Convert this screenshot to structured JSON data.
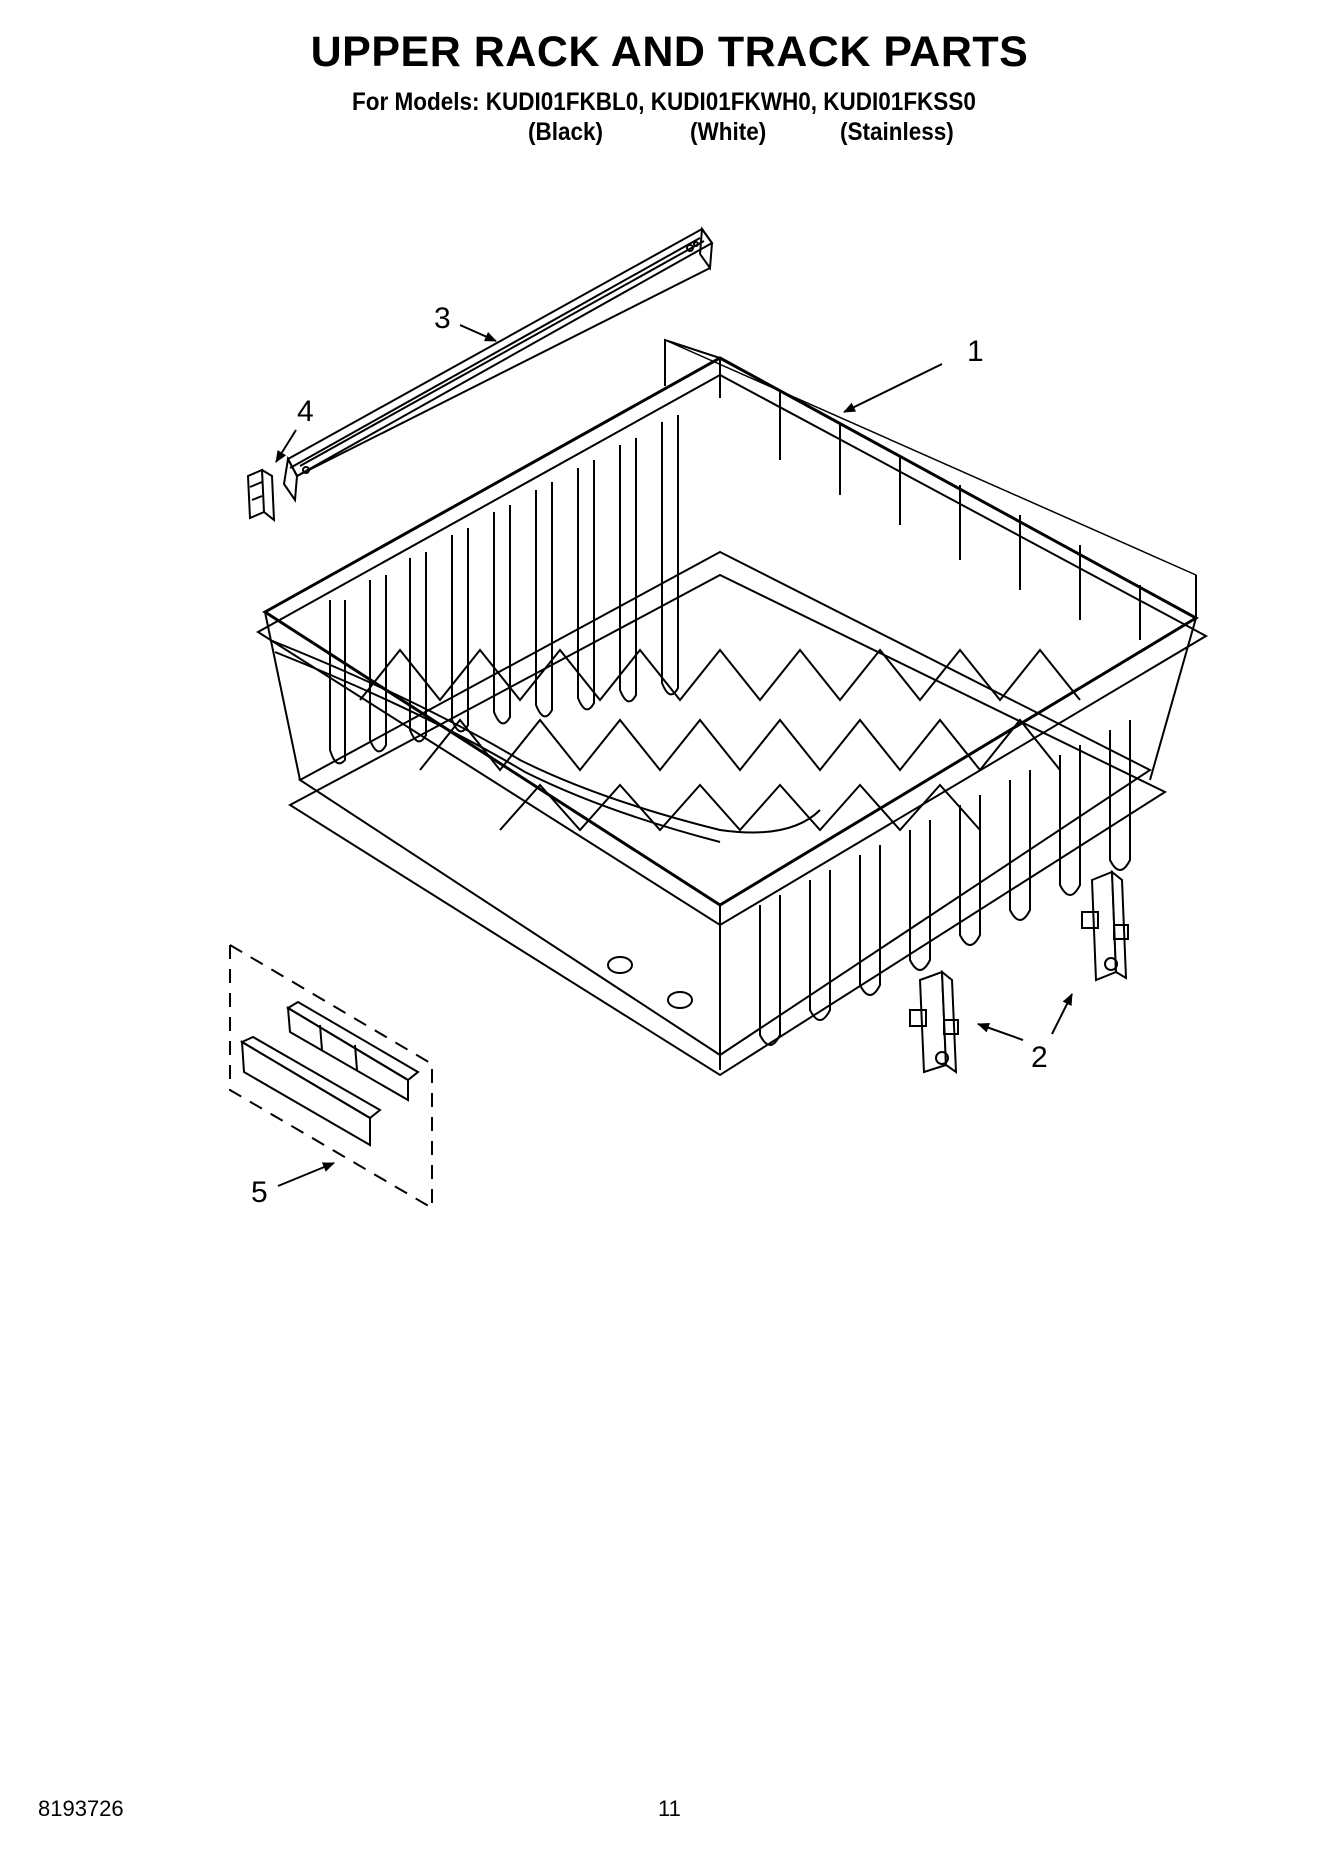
{
  "header": {
    "title": "UPPER RACK AND TRACK PARTS",
    "models_line": "For Models: KUDI01FKBL0, KUDI01FKWH0, KUDI01FKSS0",
    "variants": [
      "(Black)",
      "(White)",
      "(Stainless)"
    ]
  },
  "callouts": {
    "part1": "1",
    "part2": "2",
    "part3": "3",
    "part4": "4",
    "part5": "5"
  },
  "footer": {
    "doc_number": "8193726",
    "page_number": "11"
  },
  "colors": {
    "ink": "#000000",
    "paper": "#ffffff"
  }
}
